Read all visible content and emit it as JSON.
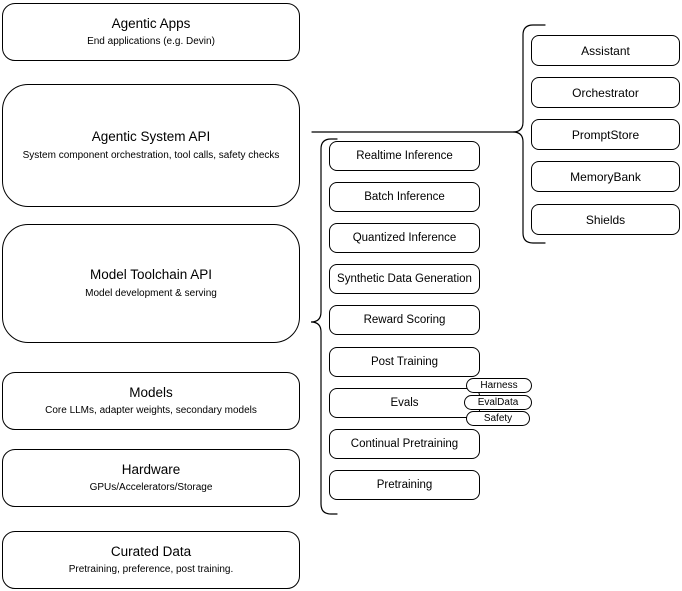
{
  "diagram": {
    "left_stack": [
      {
        "title": "Agentic Apps",
        "subtitle": "End applications (e.g. Devin)"
      },
      {
        "title": "Agentic System API",
        "subtitle": "System component orchestration, tool calls, safety checks"
      },
      {
        "title": "Model Toolchain API",
        "subtitle": "Model development & serving"
      },
      {
        "title": "Models",
        "subtitle": "Core LLMs, adapter weights, secondary models"
      },
      {
        "title": "Hardware",
        "subtitle": "GPUs/Accelerators/Storage"
      },
      {
        "title": "Curated Data",
        "subtitle": "Pretraining, preference, post training."
      }
    ],
    "middle_stack": [
      "Realtime Inference",
      "Batch Inference",
      "Quantized Inference",
      "Synthetic Data Generation",
      "Reward Scoring",
      "Post Training",
      "Evals",
      "Continual Pretraining",
      "Pretraining"
    ],
    "evals_tags": [
      "Harness",
      "EvalData",
      "Safety"
    ],
    "right_stack": [
      "Assistant",
      "Orchestrator",
      "PromptStore",
      "MemoryBank",
      "Shields"
    ],
    "colors": {
      "stroke": "#000000",
      "background": "#ffffff"
    }
  }
}
